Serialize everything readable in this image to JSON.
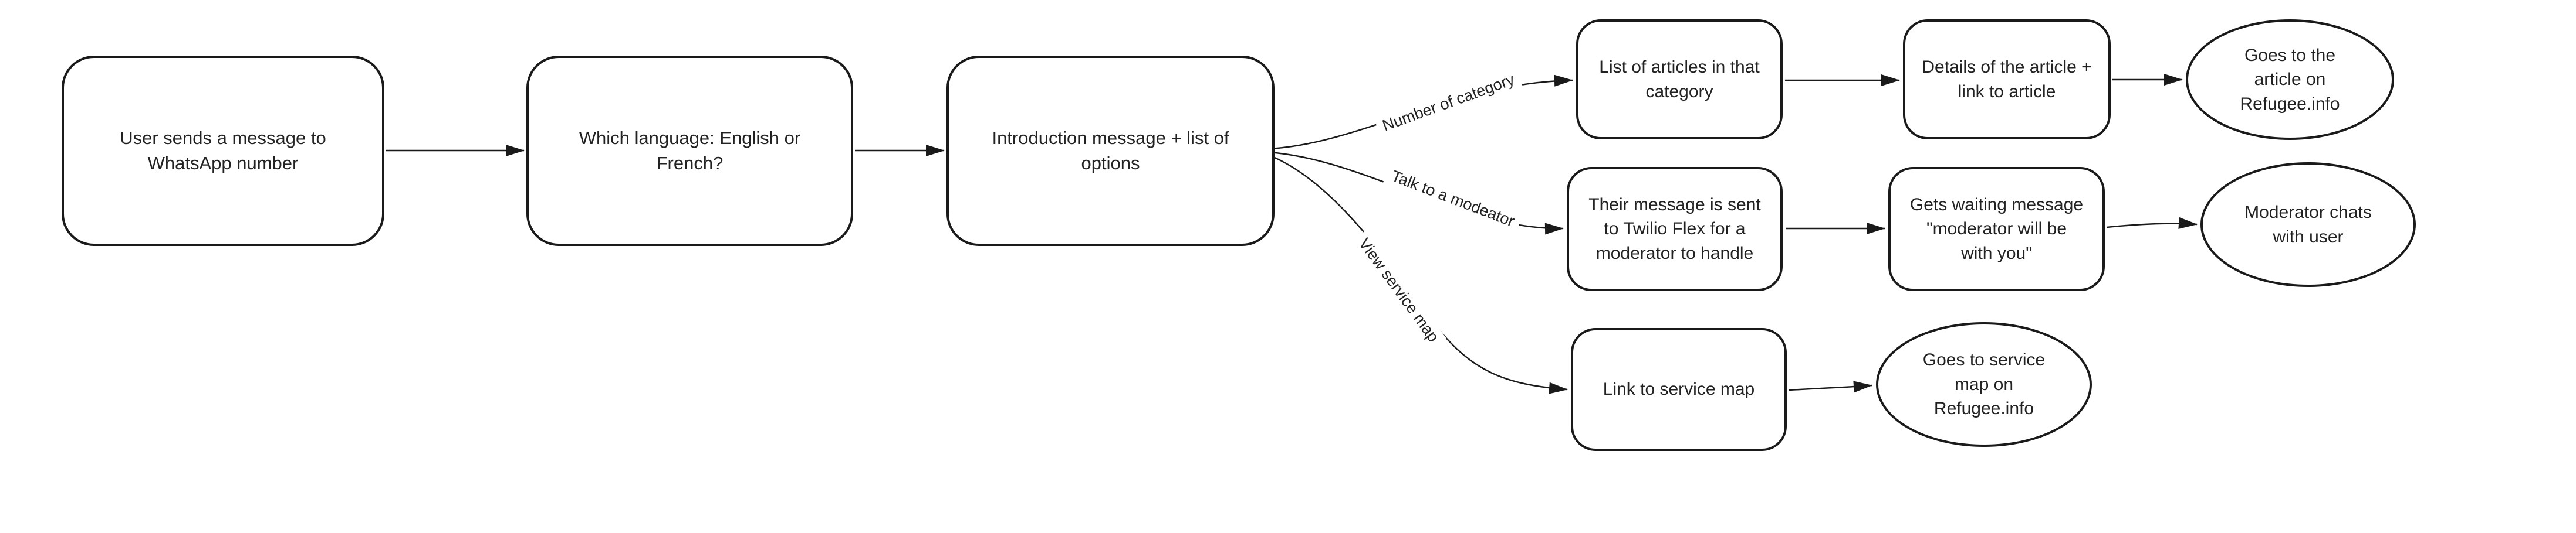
{
  "canvas": {
    "background": "#ffffff",
    "stroke_color": "#1a1a1a",
    "text_color": "#222222"
  },
  "nodes": [
    {
      "id": "user-message",
      "shape": "rounded-rect",
      "label": "User sends a message to\nWhatsApp number"
    },
    {
      "id": "language-question",
      "shape": "rounded-rect",
      "label": "Which language: English or\nFrench?"
    },
    {
      "id": "intro-options",
      "shape": "rounded-rect",
      "label": "Introduction message + list of\noptions"
    },
    {
      "id": "list-of-articles",
      "shape": "rounded-rect",
      "label": "List of articles in that\ncategory"
    },
    {
      "id": "article-details",
      "shape": "rounded-rect",
      "label": "Details of the article +\nlink to article"
    },
    {
      "id": "goes-to-article",
      "shape": "ellipse",
      "label": "Goes to the\narticle on\nRefugee.info"
    },
    {
      "id": "message-to-flex",
      "shape": "rounded-rect",
      "label": "Their message is sent\nto Twilio Flex for a\nmoderator to handle"
    },
    {
      "id": "waiting-message",
      "shape": "rounded-rect",
      "label": "Gets waiting message\n\"moderator will be\nwith you\""
    },
    {
      "id": "moderator-chats",
      "shape": "ellipse",
      "label": "Moderator chats\nwith user"
    },
    {
      "id": "link-to-service-map",
      "shape": "rounded-rect",
      "label": "Link to service map"
    },
    {
      "id": "goes-to-service-map",
      "shape": "ellipse",
      "label": "Goes to service\nmap on\nRefugee.info"
    }
  ],
  "edge_labels": [
    {
      "id": "number-of-category",
      "label": "Number of category"
    },
    {
      "id": "talk-to-moderator",
      "label": "Talk to a modeator"
    },
    {
      "id": "view-service-map",
      "label": "View service map"
    }
  ],
  "edges": [
    {
      "from": "user-message",
      "to": "language-question"
    },
    {
      "from": "language-question",
      "to": "intro-options"
    },
    {
      "from": "intro-options",
      "to": "list-of-articles",
      "label": "Number of category"
    },
    {
      "from": "intro-options",
      "to": "message-to-flex",
      "label": "Talk to a modeator"
    },
    {
      "from": "intro-options",
      "to": "link-to-service-map",
      "label": "View service map"
    },
    {
      "from": "list-of-articles",
      "to": "article-details"
    },
    {
      "from": "article-details",
      "to": "goes-to-article"
    },
    {
      "from": "message-to-flex",
      "to": "waiting-message"
    },
    {
      "from": "waiting-message",
      "to": "moderator-chats"
    },
    {
      "from": "link-to-service-map",
      "to": "goes-to-service-map"
    }
  ]
}
